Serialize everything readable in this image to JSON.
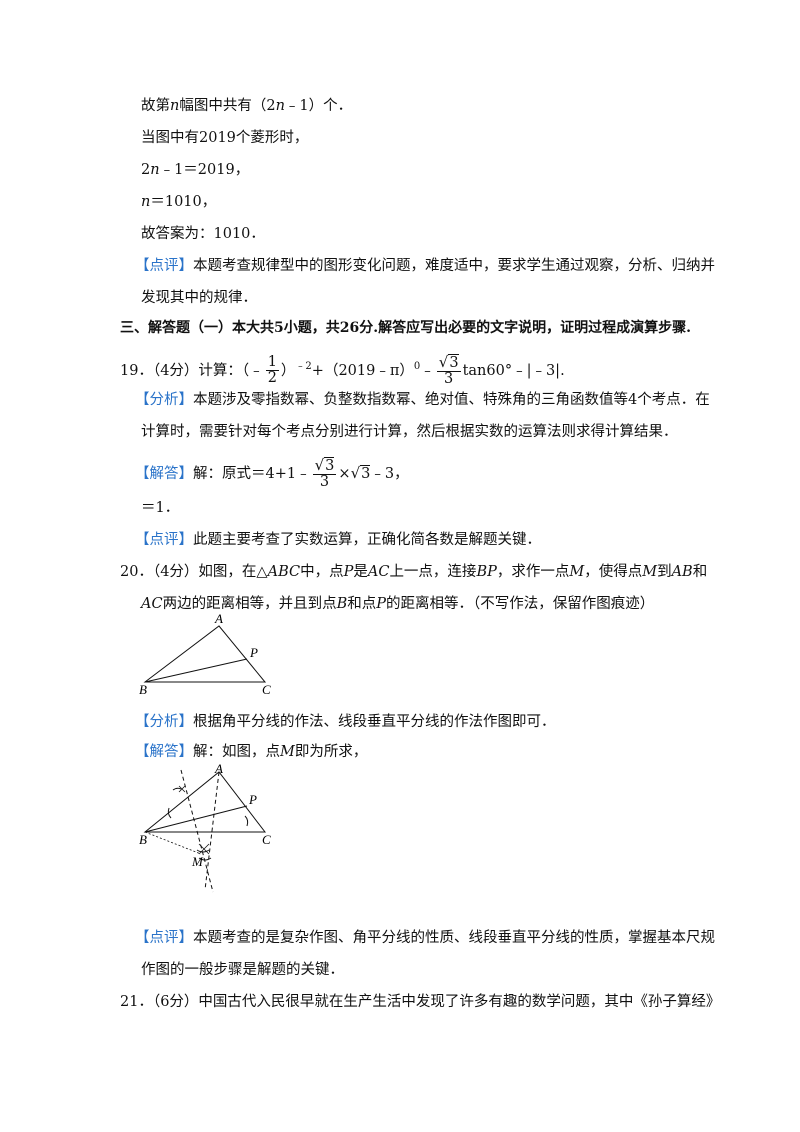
{
  "prev": {
    "l1a": "故第",
    "l1b": "n",
    "l1c": "幅图中共有（2",
    "l1d": "n",
    "l1e": "﹣1）个．",
    "l2": "当图中有2019个菱形时，",
    "l3a": "2",
    "l3b": "n",
    "l3c": "﹣1＝2019，",
    "l4a": "n",
    "l4b": "＝1010，",
    "l5": "故答案为：1010．",
    "review_tag": "【点评】",
    "review_1": "本题考查规律型中的图形变化问题，难度适中，要求学生通过观察，分析、归纳并",
    "review_2": "发现其中的规律．"
  },
  "section": "三、解答题（一）本大共5小题，共26分.解答应写出必要的文字说明，证明过程成演算步骤.",
  "q19": {
    "num": "19．",
    "score": "（4分）计算：（﹣",
    "f_num": "1",
    "f_den": "2",
    "after_frac": "）",
    "exp1": "﹣2",
    "mid": "+（2019﹣π）",
    "exp2": "0",
    "minus": "﹣",
    "f2_num": "3",
    "f2_den": "3",
    "tail": "tan60°﹣|﹣3|.",
    "analysis_tag": "【分析】",
    "analysis_1": "本题涉及零指数幂、负整数指数幂、绝对值、特殊角的三角函数值等4个考点．在",
    "analysis_2": "计算时，需要针对每个考点分别进行计算，然后根据实数的运算法则求得计算结果．",
    "answer_tag": "【解答】",
    "answer_a": "解：原式＝4+1﹣",
    "ans_f_num": "3",
    "ans_f_den": "3",
    "answer_b": "×",
    "ans_sqrt": "3",
    "answer_c": "﹣3，",
    "answer_eq": "＝1．",
    "review_tag": "【点评】",
    "review": "此题主要考查了实数运算，正确化简各数是解题关键．"
  },
  "q20": {
    "num": "20．",
    "t1a": "（4分）如图，在△",
    "t1b": "ABC",
    "t1c": "中，点",
    "t1d": "P",
    "t1e": "是",
    "t1f": "AC",
    "t1g": "上一点，连接",
    "t1h": "BP",
    "t1i": "，求作一点",
    "t1j": "M",
    "t1k": "，使得点",
    "t1l": "M",
    "t1m": "到",
    "t1n": "AB",
    "t1o": "和",
    "t2a": "AC",
    "t2b": "两边的距离相等，并且到点",
    "t2c": "B",
    "t2d": "和点",
    "t2e": "P",
    "t2f": "的距离相等．（不写作法，保留作图痕迹）",
    "fig1": {
      "A": "A",
      "B": "B",
      "C": "C",
      "P": "P"
    },
    "analysis_tag": "【分析】",
    "analysis": "根据角平分线的作法、线段垂直平分线的作法作图即可．",
    "answer_tag": "【解答】",
    "answer_a": "解：如图，点",
    "answer_b": "M",
    "answer_c": "即为所求，",
    "fig2": {
      "A": "A",
      "B": "B",
      "C": "C",
      "P": "P",
      "M": "M"
    },
    "review_tag": "【点评】",
    "review_1": "本题考查的是复杂作图、角平分线的性质、线段垂直平分线的性质，掌握基本尺规",
    "review_2": "作图的一般步骤是解题的关键．"
  },
  "q21": {
    "num": "21．",
    "text": "（6分）中国古代入民很早就在生产生活中发现了许多有趣的数学问题，其中《孙子算经》"
  },
  "colors": {
    "tag": "#2a73c9",
    "text": "#111111"
  }
}
